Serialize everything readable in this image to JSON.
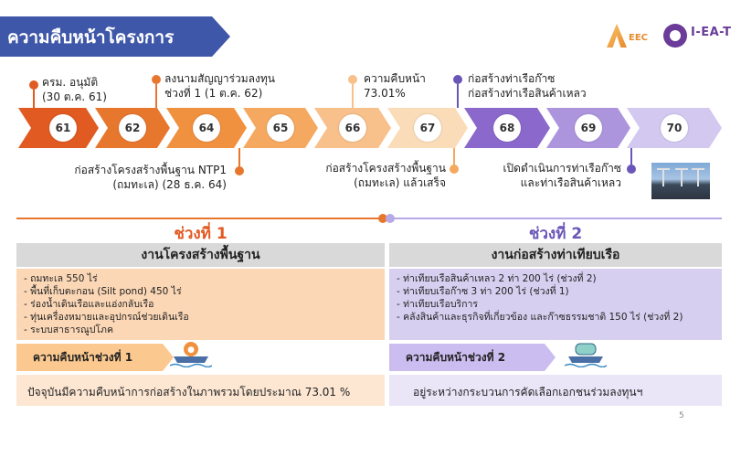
{
  "header": {
    "title": "ความคืบหน้าโครงการ"
  },
  "logos": {
    "eec": {
      "name": "EEC",
      "icon": "eec-logo-icon"
    },
    "ieat": {
      "name": "I-EA-T",
      "icon": "ieat-logo-icon"
    }
  },
  "timeline": {
    "steps": [
      "61",
      "62",
      "64",
      "65",
      "66",
      "67",
      "68",
      "69",
      "70"
    ],
    "events_top": [
      {
        "line1": "ครม. อนุมัติ",
        "line2": "(30 ต.ค. 61)"
      },
      {
        "line1": "ลงนามสัญญาร่วมลงทุน",
        "line2": "ช่วงที่ 1 (1 ต.ค. 62)"
      },
      {
        "line1": "ความคืบหน้า",
        "line2": "73.01%"
      },
      {
        "line1": "ก่อสร้างท่าเรือก๊าซ",
        "line2": "ก่อสร้างท่าเรือสินค้าเหลว"
      }
    ],
    "events_bottom": [
      {
        "line1": "ก่อสร้างโครงสร้างพื้นฐาน NTP1",
        "line2": "(ถมทะเล) (28 ธ.ค. 64)"
      },
      {
        "line1": "ก่อสร้างโครงสร้างพื้นฐาน",
        "line2": "(ถมทะเล) แล้วเสร็จ"
      },
      {
        "line1": "เปิดดำเนินการท่าเรือก๊าซ",
        "line2": "และท่าเรือสินค้าเหลว"
      }
    ]
  },
  "phase1": {
    "title": "ช่วงที่ 1",
    "work_title": "งานโครงสร้างพื้นฐาน",
    "items": [
      "ถมทะเล 550 ไร่",
      "พื้นที่เก็บตะกอน (Silt pond) 450 ไร่",
      "ร่องน้ำเดินเรือและแอ่งกลับเรือ",
      "ทุ่นเครื่องหมายและอุปกรณ์ช่วยเดินเรือ",
      "ระบบสาธารณูปโภค"
    ],
    "progress_label": "ความคืบหน้าช่วงที่ 1",
    "progress_text": "ปัจจุบันมีความคืบหน้าการก่อสร้างในภาพรวมโดยประมาณ 73.01 %"
  },
  "phase2": {
    "title": "ช่วงที่ 2",
    "work_title": "งานก่อสร้างท่าเทียบเรือ",
    "items": [
      "ท่าเทียบเรือสินค้าเหลว 2 ท่า 200 ไร่ (ช่วงที่ 2)",
      "ท่าเทียบเรือก๊าซ 3 ท่า 200 ไร่ (ช่วงที่ 1)",
      "ท่าเทียบเรือบริการ",
      "คลังสินค้าและธุรกิจที่เกี่ยวข้อง และก๊าซธรรมชาติ 150 ไร่ (ช่วงที่ 2)"
    ],
    "progress_label": "ความคืบหน้าช่วงที่ 2",
    "progress_text": "อยู่ระหว่างกระบวนการคัดเลือกเอกชนร่วมลงทุนฯ"
  },
  "footer": {
    "page_number": "5"
  },
  "colors": {
    "title_bg": "#3f57a8",
    "phase1_accent": "#e15a22",
    "phase2_accent": "#6a55b8",
    "phase1_box": "#fbd7b6",
    "phase2_box": "#d7cff0"
  }
}
